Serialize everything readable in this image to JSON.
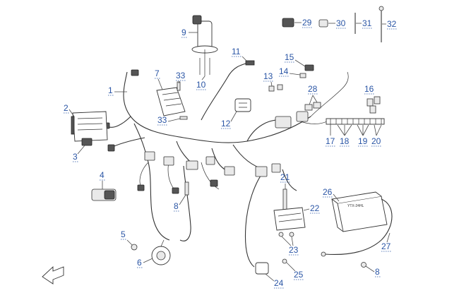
{
  "diagram": {
    "callouts": [
      {
        "label": "1"
      },
      {
        "label": "2"
      },
      {
        "label": "3"
      },
      {
        "label": "4"
      },
      {
        "label": "5"
      },
      {
        "label": "6"
      },
      {
        "label": "7"
      },
      {
        "label": "8"
      },
      {
        "label": "8"
      },
      {
        "label": "9"
      },
      {
        "label": "10"
      },
      {
        "label": "11"
      },
      {
        "label": "12"
      },
      {
        "label": "13"
      },
      {
        "label": "14"
      },
      {
        "label": "15"
      },
      {
        "label": "16"
      },
      {
        "label": "17"
      },
      {
        "label": "18"
      },
      {
        "label": "19"
      },
      {
        "label": "20"
      },
      {
        "label": "21"
      },
      {
        "label": "22"
      },
      {
        "label": "23"
      },
      {
        "label": "24"
      },
      {
        "label": "25"
      },
      {
        "label": "26"
      },
      {
        "label": "27"
      },
      {
        "label": "28"
      },
      {
        "label": "29"
      },
      {
        "label": "30"
      },
      {
        "label": "31"
      },
      {
        "label": "32"
      },
      {
        "label": "33"
      },
      {
        "label": "33"
      }
    ],
    "battery_label": "YTX-24HL"
  }
}
